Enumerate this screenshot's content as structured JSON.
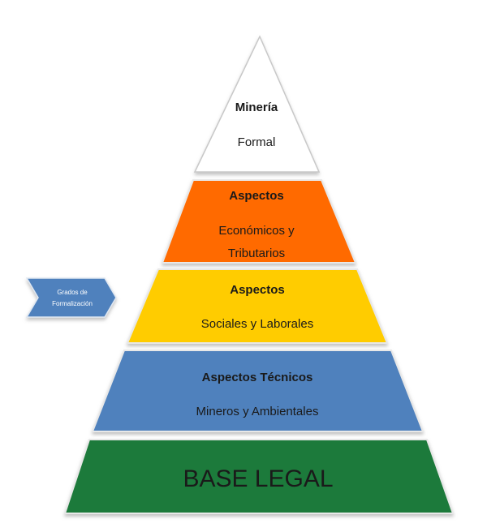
{
  "pyramid": {
    "tiers": [
      {
        "line1": "Minería",
        "line2": "Formal",
        "line3": "",
        "color": "#ffffff"
      },
      {
        "line1": "Aspectos",
        "line2": "Económicos y",
        "line3": "Tributarios",
        "color": "#ff6a00"
      },
      {
        "line1": "Aspectos",
        "line2": "Sociales y Laborales",
        "line3": "",
        "color": "#ffcc00"
      },
      {
        "line1": "Aspectos Técnicos",
        "line2": "Mineros y Ambientales",
        "line3": "",
        "color": "#4f81bd"
      },
      {
        "line1": "BASE LEGAL",
        "line2": "",
        "line3": "",
        "color": "#1f7a3a"
      }
    ]
  },
  "side_arrow": {
    "line1": "Grados de",
    "line2": "Formalización",
    "color": "#4f81bd"
  }
}
